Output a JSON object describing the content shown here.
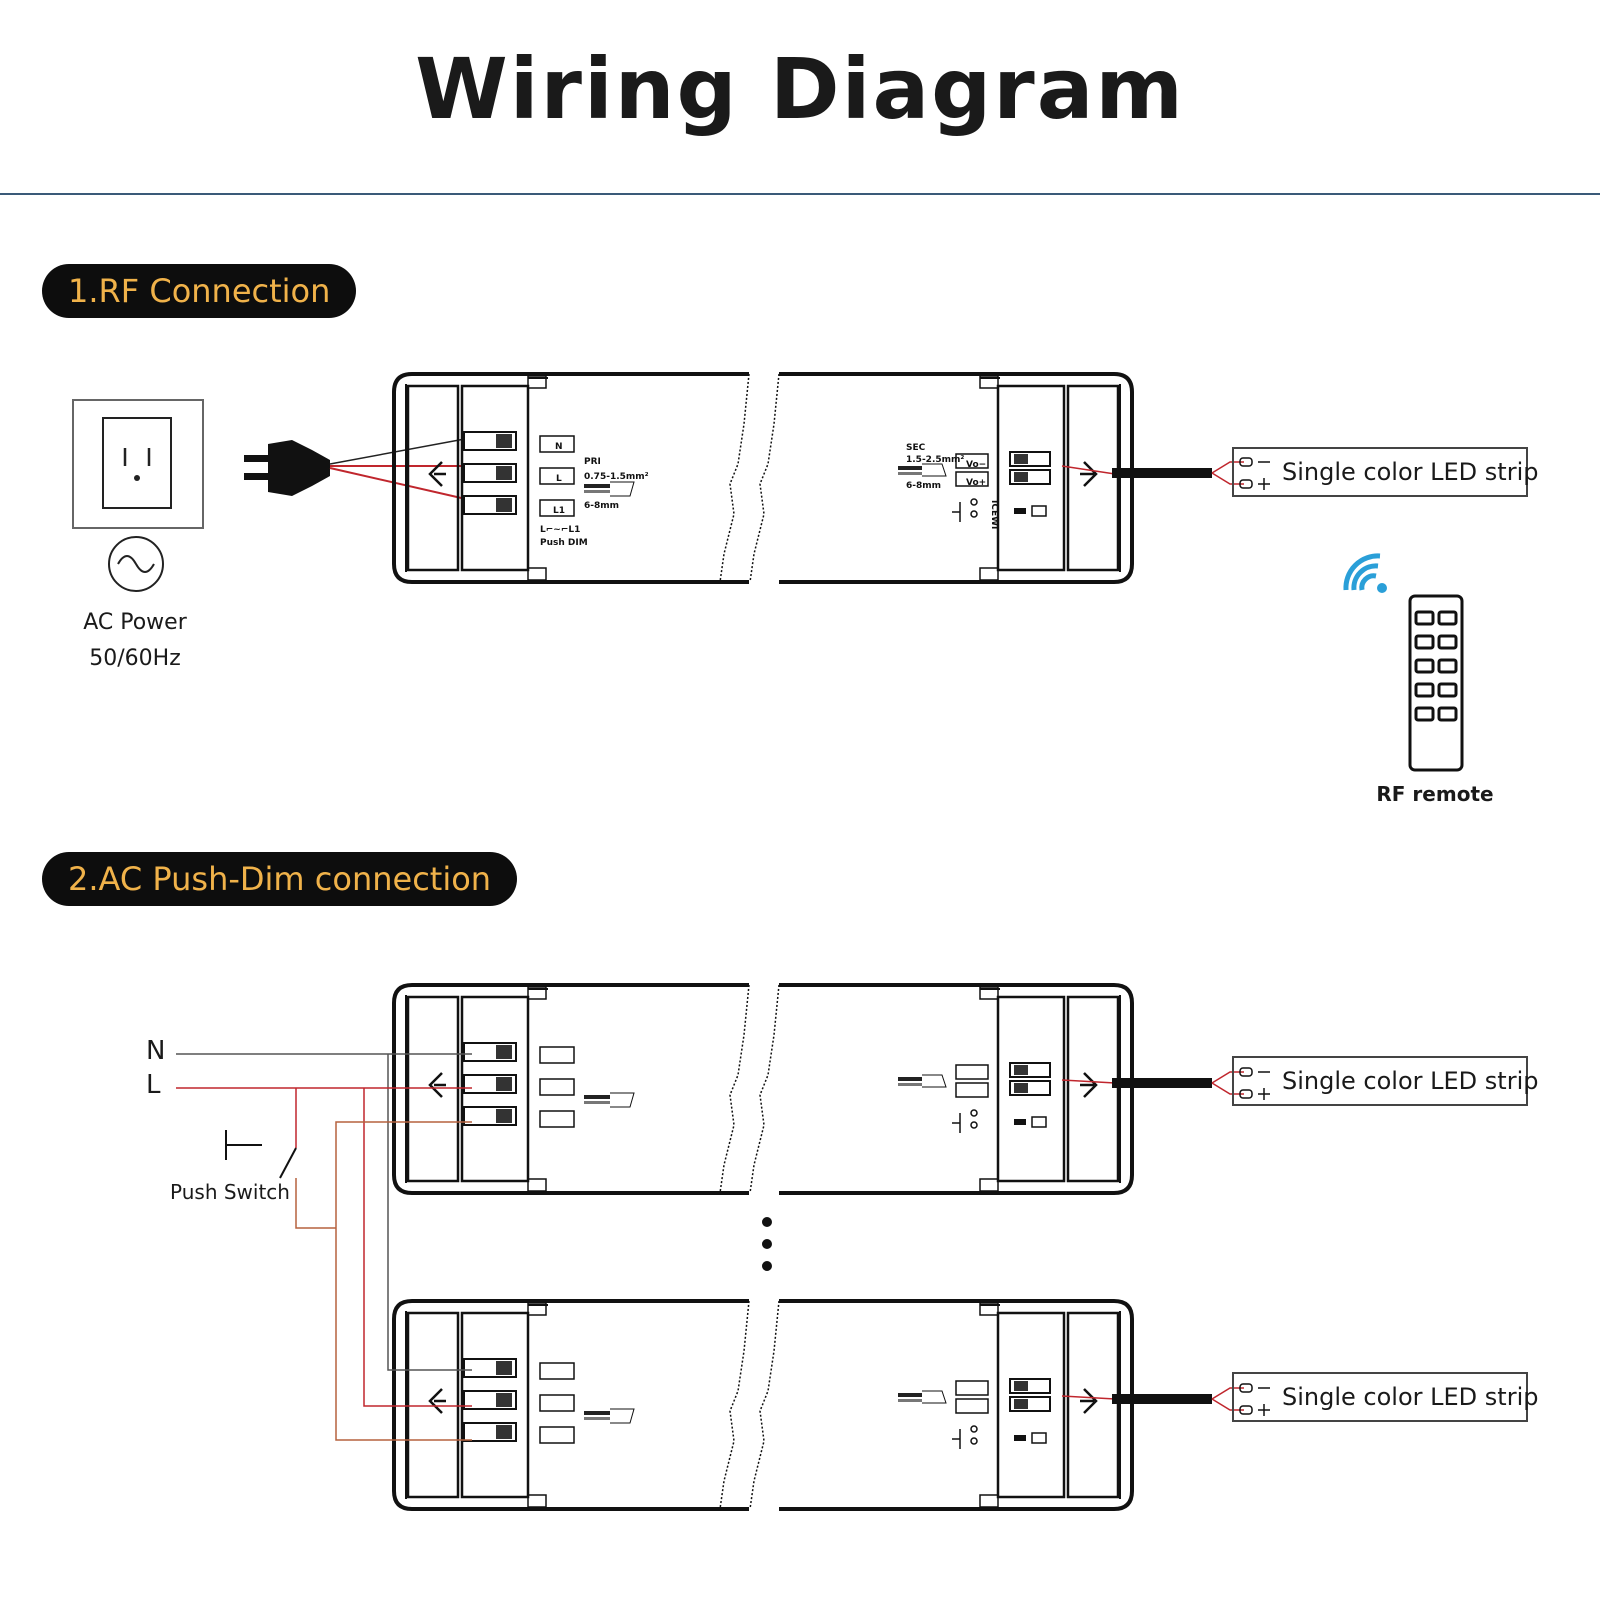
{
  "title": "Wiring Diagram",
  "sections": {
    "rf": {
      "label": "1.RF  Connection"
    },
    "push": {
      "label": "2.AC Push-Dim connection"
    }
  },
  "ac_power": {
    "line1": "AC Power",
    "line2": "50/60Hz"
  },
  "rf_remote_label": "RF remote",
  "push_switch_label": "Push Switch",
  "line_labels": {
    "n": "N",
    "l": "L"
  },
  "led_strip_label": "Single color LED strip",
  "driver_markings": {
    "n": "N",
    "l": "L",
    "l1": "L1",
    "pri": "PRI",
    "pri_gauge": "0.75-1.5mm²",
    "pri_strip": "6-8mm",
    "pushdim_a": "L⌐~⌐L1",
    "pushdim_b": "Push DIM",
    "sec": "SEC",
    "sec_gauge": "1.5-2.5mm²",
    "sec_strip": "6-8mm",
    "vo_minus": "Vo−",
    "vo_plus": "Vo+",
    "learn": "ICEWI"
  },
  "colors": {
    "accent_text": "#f0b24a",
    "live_wire": "#c0262d",
    "switched_wire": "#b5623f",
    "wifi": "#2a9fd8",
    "rule": "#3a5a78"
  }
}
